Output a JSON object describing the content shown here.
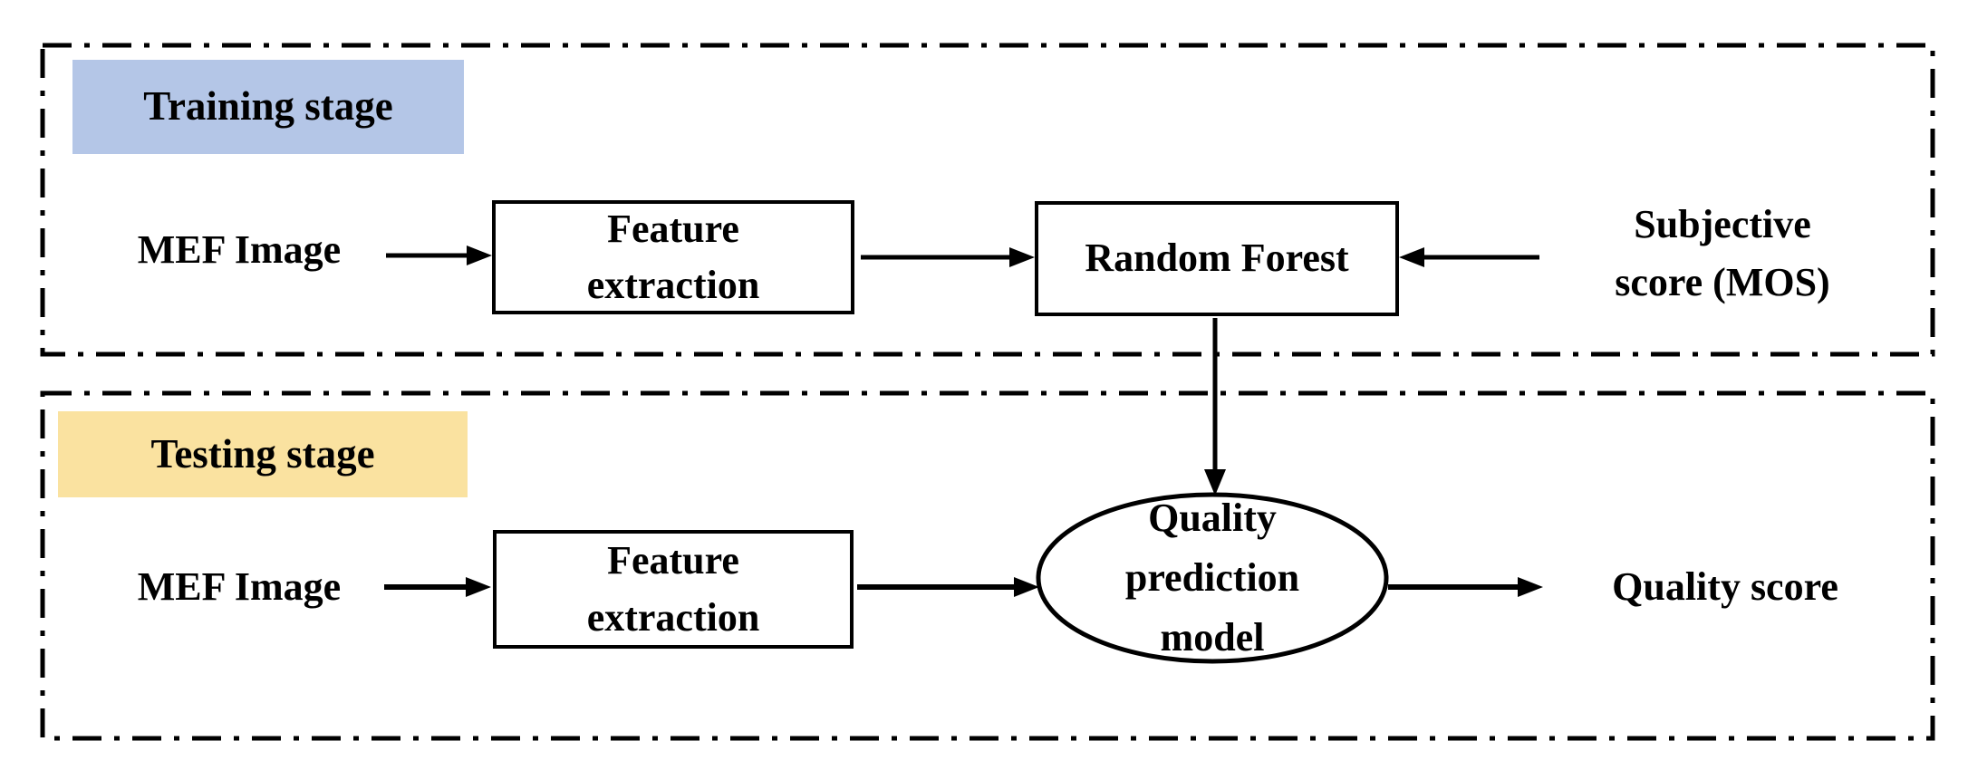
{
  "figure": {
    "training": {
      "label": "Training stage",
      "input_label": "MEF Image",
      "feature_box": "Feature\nextraction",
      "model_box": "Random Forest",
      "side_label": "Subjective\nscore (MOS)"
    },
    "testing": {
      "label": "Testing stage",
      "input_label": "MEF Image",
      "feature_box": "Feature\nextraction",
      "model_ellipse": "Quality\nprediction\nmodel",
      "output_label": "Quality score"
    },
    "colors": {
      "training_label_bg": "#b4c6e7",
      "testing_label_bg": "#fae2a0",
      "line_color": "#000000",
      "background": "#ffffff"
    }
  }
}
